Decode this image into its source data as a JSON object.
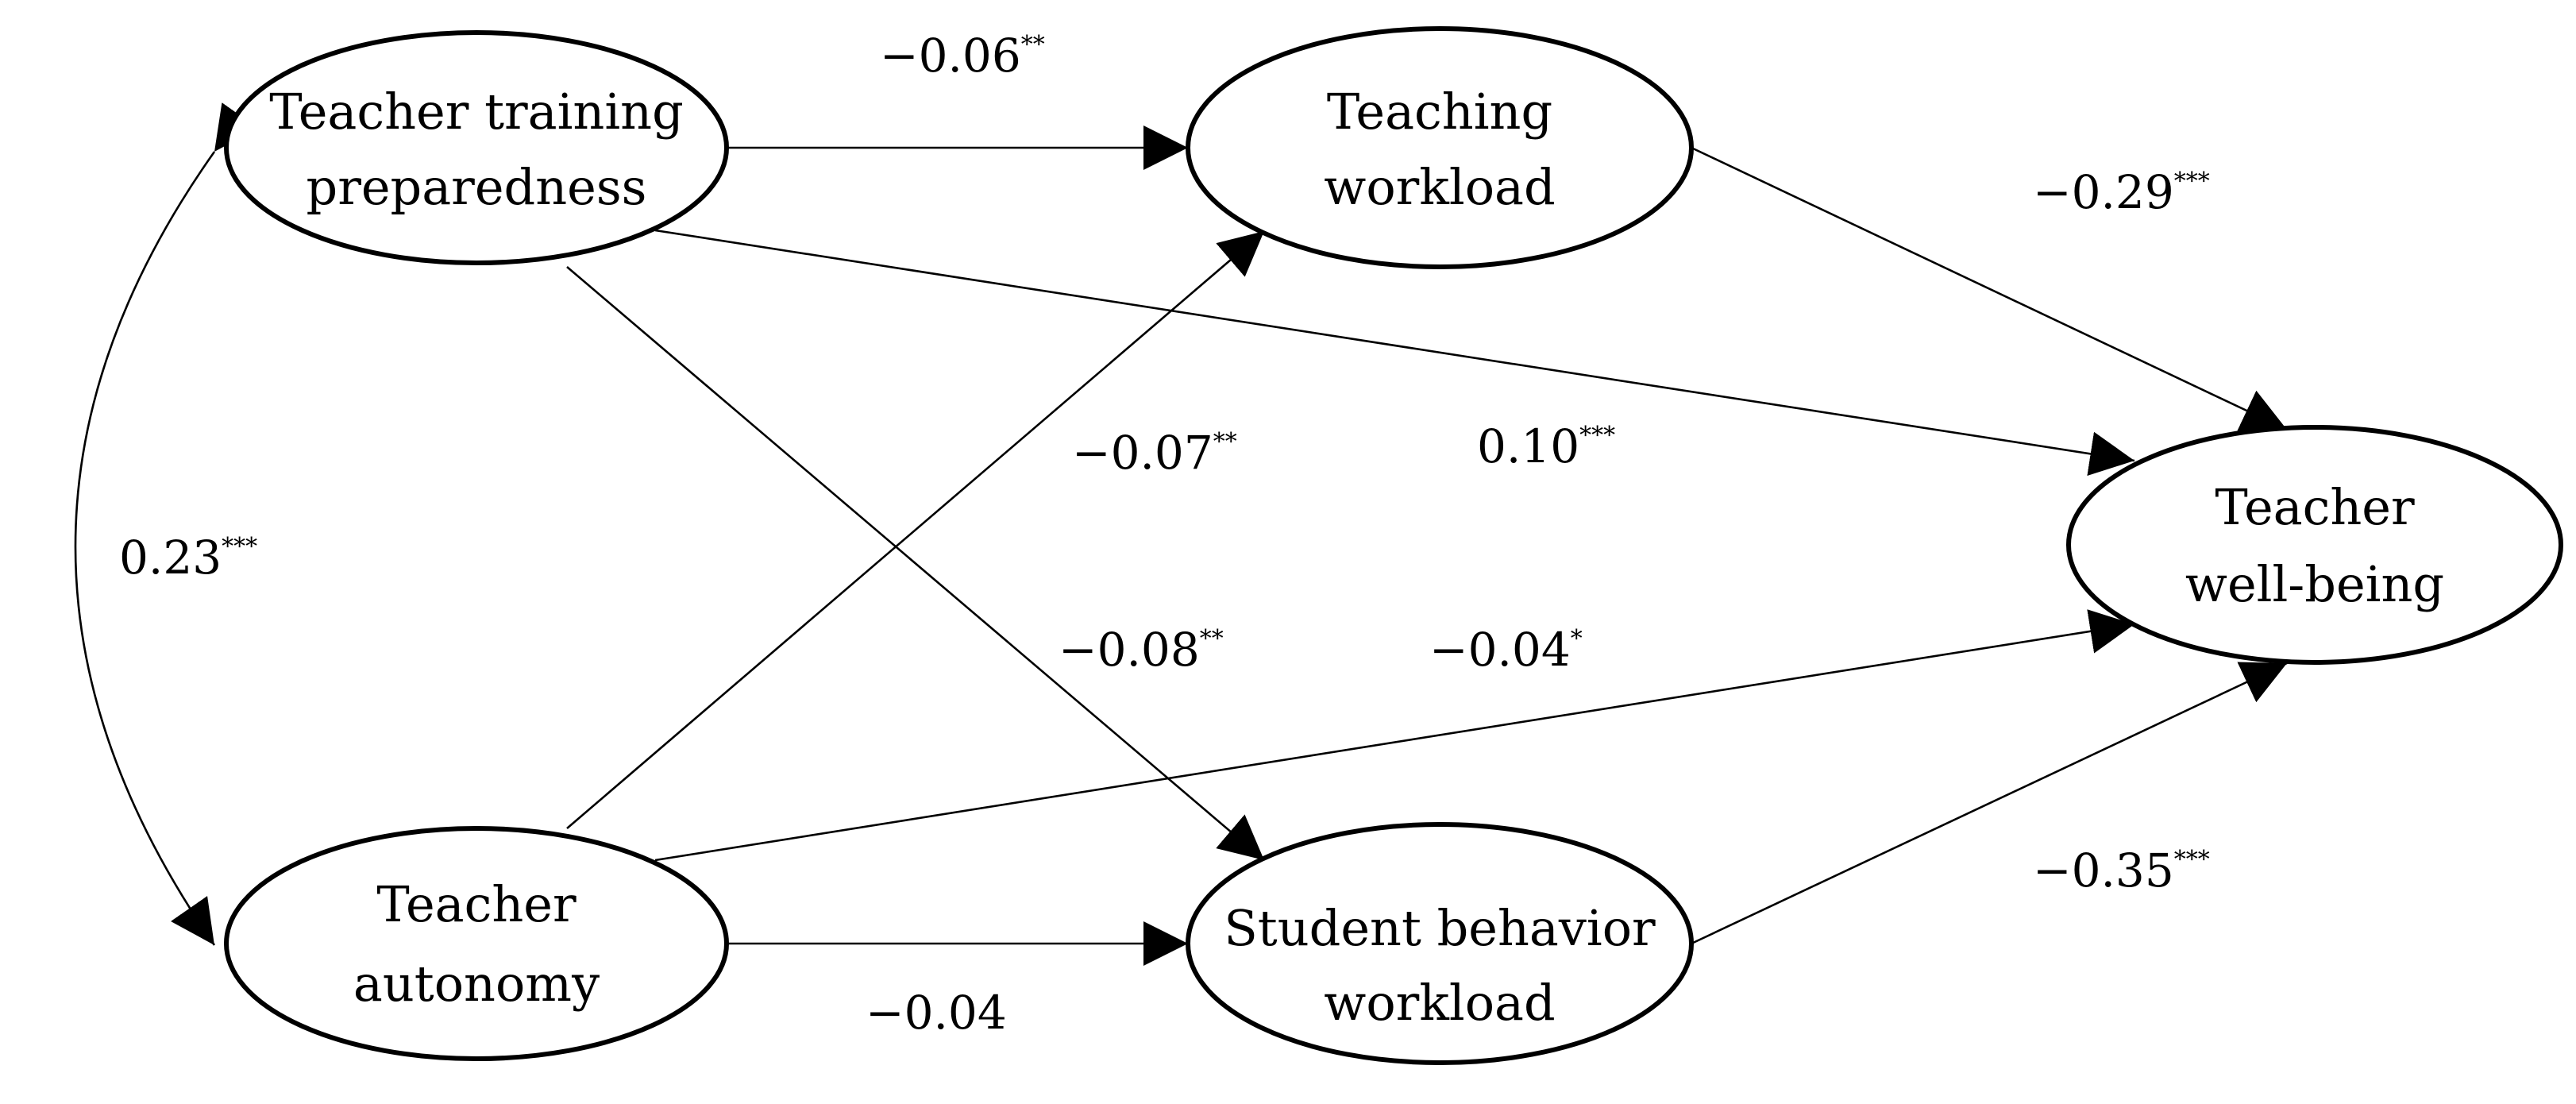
{
  "nodes": [
    {
      "id": "ttp",
      "lines": [
        "Teacher training",
        "preparedness"
      ]
    },
    {
      "id": "tw",
      "lines": [
        "Teaching",
        "workload"
      ]
    },
    {
      "id": "twb",
      "lines": [
        "Teacher",
        "well-being"
      ]
    },
    {
      "id": "ta",
      "lines": [
        "Teacher",
        "autonomy"
      ]
    },
    {
      "id": "sbw",
      "lines": [
        "Student behavior",
        "workload"
      ]
    }
  ],
  "paths": [
    {
      "id": "ttp-tw",
      "from": "ttp",
      "to": "tw",
      "coef": "−0.06",
      "sig": "**"
    },
    {
      "id": "tw-twb",
      "from": "tw",
      "to": "twb",
      "coef": "−0.29",
      "sig": "***"
    },
    {
      "id": "ttp-twb",
      "from": "ttp",
      "to": "twb",
      "coef": "0.10",
      "sig": "***"
    },
    {
      "id": "ta-tw",
      "from": "ta",
      "to": "tw",
      "coef": "−0.07",
      "sig": "**"
    },
    {
      "id": "ttp-sbw",
      "from": "ttp",
      "to": "sbw",
      "coef": "−0.08",
      "sig": "**"
    },
    {
      "id": "ta-twb",
      "from": "ta",
      "to": "twb",
      "coef": "−0.04",
      "sig": "*"
    },
    {
      "id": "ta-sbw",
      "from": "ta",
      "to": "sbw",
      "coef": "−0.04",
      "sig": ""
    },
    {
      "id": "sbw-twb",
      "from": "sbw",
      "to": "twb",
      "coef": "−0.35",
      "sig": "***"
    }
  ],
  "covariance": {
    "id": "ttp-ta",
    "from": "ttp",
    "to": "ta",
    "coef": "0.23",
    "sig": "***"
  }
}
